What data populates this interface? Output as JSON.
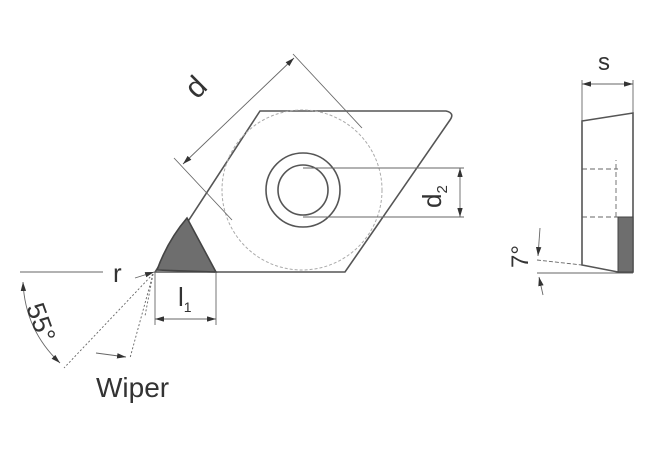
{
  "labels": {
    "d": "d",
    "d2_main": "d",
    "d2_sub": "2",
    "r": "r",
    "l1_main": "l",
    "l1_sub": "1",
    "angle_55": "55°",
    "wiper": "Wiper",
    "s": "s",
    "angle_7": "7°"
  },
  "colors": {
    "line": "#555555",
    "insert_tip": "#6e6e6e"
  }
}
